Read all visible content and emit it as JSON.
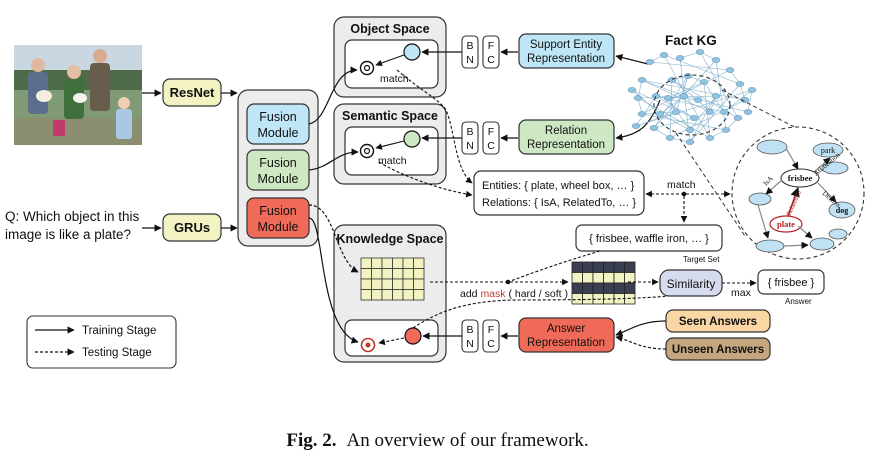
{
  "figure": {
    "caption_label": "Fig. 2.",
    "caption_text": "An overview of our framework."
  },
  "inputs": {
    "question": [
      "Q: Which object in this",
      "image is like a plate?"
    ]
  },
  "encoders": {
    "image": "ResNet",
    "question": "GRUs"
  },
  "fusion_modules": [
    [
      "Fusion",
      "Module"
    ],
    [
      "Fusion",
      "Module"
    ],
    [
      "Fusion",
      "Module"
    ]
  ],
  "spaces": {
    "object": "Object Space",
    "semantic": "Semantic Space",
    "knowledge": "Knowledge Space"
  },
  "bn_fc": {
    "bn": [
      "B",
      "N"
    ],
    "fc": [
      "F",
      "C"
    ]
  },
  "representations": {
    "support_entity": [
      "Support Entity",
      "Representation"
    ],
    "relation": [
      "Relation",
      "Representation"
    ],
    "answer": [
      "Answer",
      "Representation"
    ]
  },
  "fact_kg": {
    "title": "Fact KG",
    "subgraph_nodes": [
      "park",
      "frisbee",
      "dog",
      "plate"
    ],
    "subgraph_edges": [
      "IsA",
      "AtLocation",
      "Desires",
      "RelatedTo"
    ]
  },
  "match_labels": [
    "match",
    "match",
    "match"
  ],
  "entities_box": [
    "Entities: { plate, wheel box, … }",
    "Relations: { IsA, RelatedTo, … }"
  ],
  "target_set": {
    "value": "{ frisbee, waffle iron, … }",
    "label": "Target Set"
  },
  "mask_text": {
    "prefix": "add ",
    "keyword": "mask",
    "suffix": " ( hard / soft )"
  },
  "similarity": "Similarity",
  "max_label": "max",
  "answer": {
    "value": "{ frisbee }",
    "label": "Answer"
  },
  "answer_sources": {
    "seen": "Seen Answers",
    "unseen": "Unseen Answers"
  },
  "legend": {
    "training": "Training Stage",
    "testing": "Testing Stage"
  },
  "colors": {
    "resnet_fill": "#f2f2c2",
    "fusion_blue": "#bfe6f7",
    "fusion_green": "#cfe8c4",
    "fusion_red": "#f06a5a",
    "support_fill": "#bfe6f7",
    "relation_fill": "#cfe8c4",
    "answer_fill": "#f06a5a",
    "seen_fill": "#f9d6a4",
    "unseen_fill": "#c4a77e",
    "kg_node": "#8fc3df",
    "mask_red": "#c0392b",
    "panel_fill": "#ececec",
    "similarity_fill": "#d7dbee"
  },
  "mask_matrix": {
    "rows": 4,
    "cols": 6,
    "dark_cols": [
      0,
      1,
      2,
      3,
      4,
      5
    ],
    "dark_rows": [
      0,
      2
    ]
  }
}
